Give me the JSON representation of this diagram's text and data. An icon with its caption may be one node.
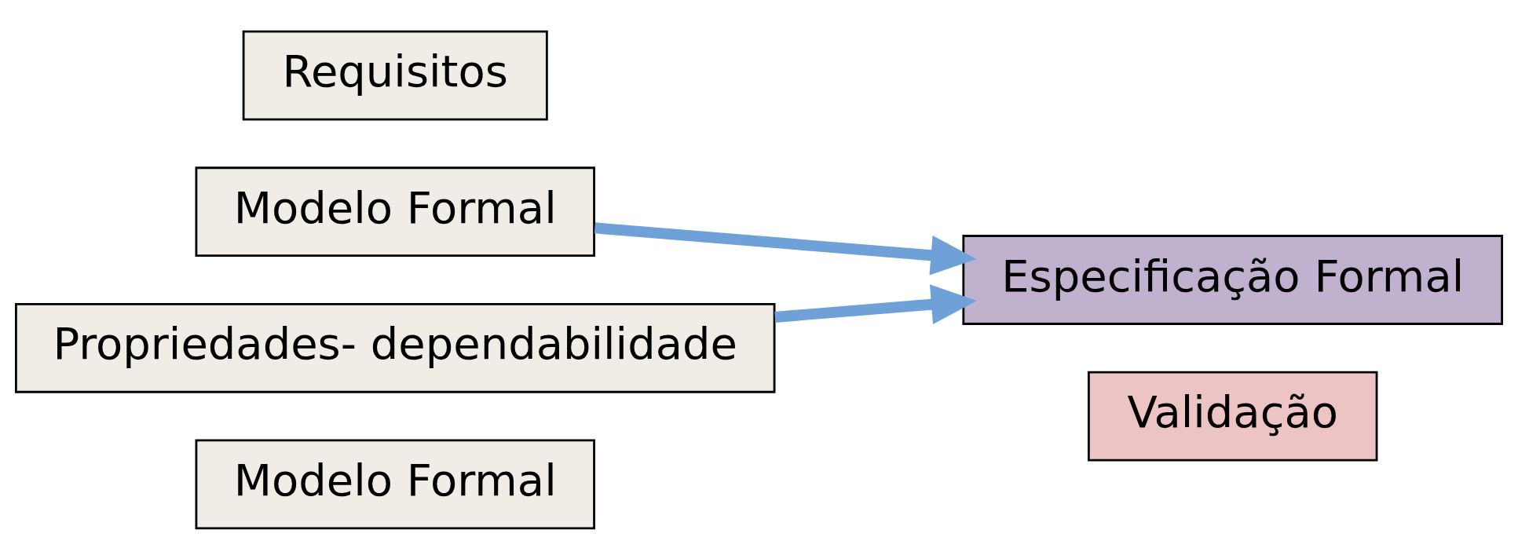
{
  "diagram": {
    "nodes": [
      {
        "text": [
          "Requisitos"
        ]
      },
      {
        "text": [
          "Modelo Formal"
        ]
      },
      {
        "text": [
          "Especificação Formal"
        ]
      },
      {
        "text": [
          "Propriedades- dependabilidade"
        ]
      },
      {
        "text": [
          "Validação"
        ]
      },
      {
        "text": [
          "Modelo Formal"
        ]
      }
    ],
    "edges": [
      {
        "from": 1,
        "to": 2,
        "arrow": "to"
      },
      {
        "from": 3,
        "to": 2,
        "arrow": "to"
      }
    ]
  }
}
